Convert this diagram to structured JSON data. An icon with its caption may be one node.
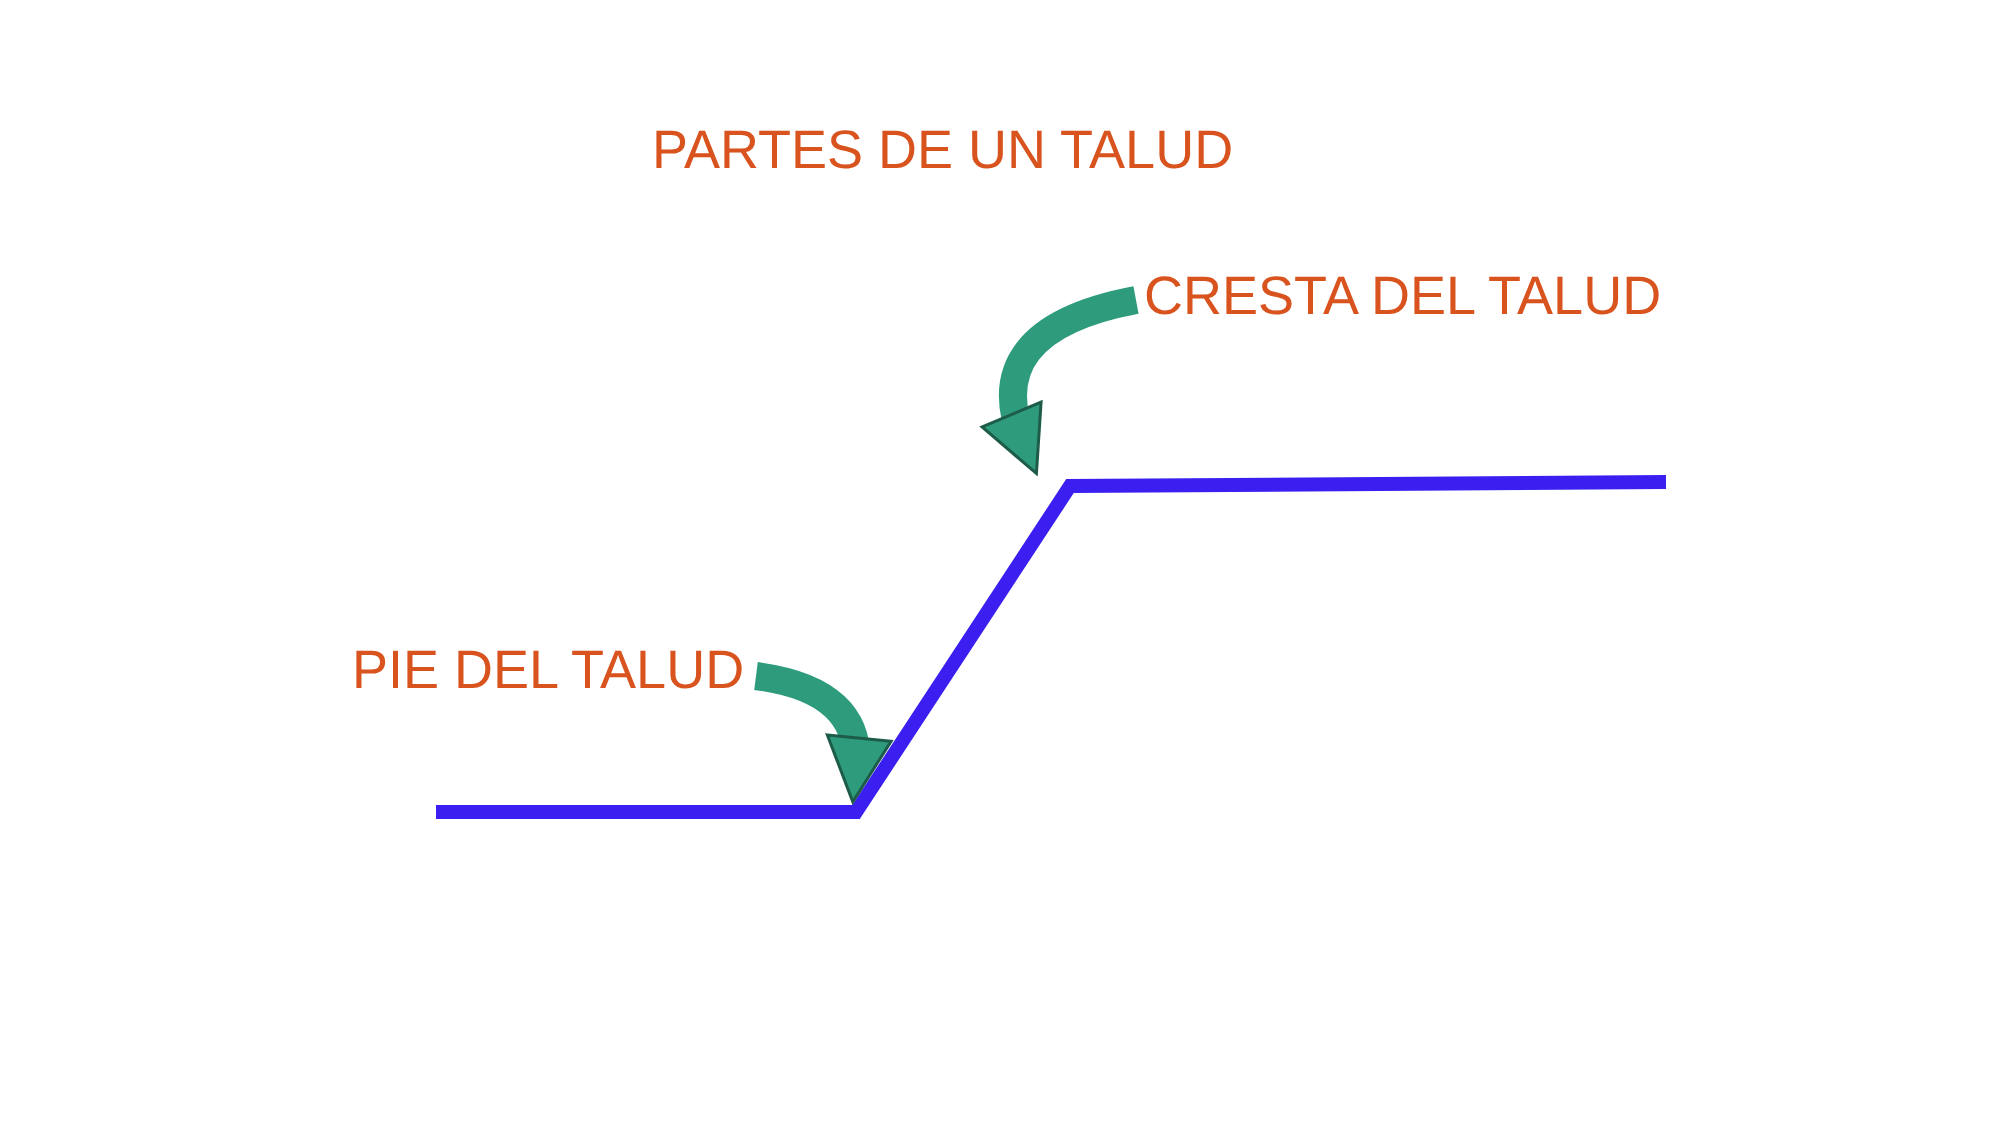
{
  "diagram": {
    "title": "PARTES DE UN TALUD",
    "nodes": [
      {
        "text": [
          "CRESTA DEL TALUD"
        ]
      },
      {
        "text": [
          "PIE DEL TALUD"
        ]
      }
    ],
    "edges": [
      {
        "from": 0,
        "to": null,
        "arrow": "to"
      },
      {
        "from": 1,
        "to": null,
        "arrow": "to"
      }
    ]
  }
}
